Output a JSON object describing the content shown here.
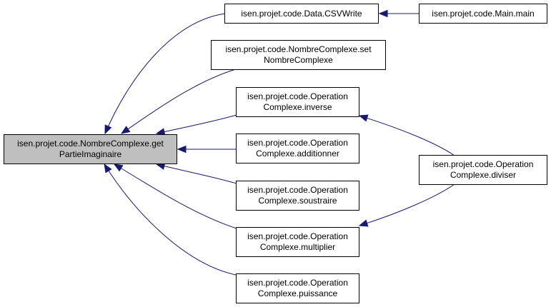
{
  "colors": {
    "edge": "#191970",
    "node_border": "#000000",
    "focus_fill": "#bfbfbf",
    "node_fill": "#ffffff"
  },
  "nodes": {
    "getPartieImaginaire": {
      "line1": "isen.projet.code.NombreComplexe.get",
      "line2": "PartieImaginaire"
    },
    "csvWrite": {
      "line1": "isen.projet.code.Data.CSVWrite"
    },
    "mainMain": {
      "line1": "isen.projet.code.Main.main"
    },
    "setNombreComplexe": {
      "line1": "isen.projet.code.NombreComplexe.set",
      "line2": "NombreComplexe"
    },
    "inverse": {
      "line1": "isen.projet.code.Operation",
      "line2": "Complexe.inverse"
    },
    "additionner": {
      "line1": "isen.projet.code.Operation",
      "line2": "Complexe.additionner"
    },
    "soustraire": {
      "line1": "isen.projet.code.Operation",
      "line2": "Complexe.soustraire"
    },
    "multiplier": {
      "line1": "isen.projet.code.Operation",
      "line2": "Complexe.multiplier"
    },
    "puissance": {
      "line1": "isen.projet.code.Operation",
      "line2": "Complexe.puissance"
    },
    "diviser": {
      "line1": "isen.projet.code.Operation",
      "line2": "Complexe.diviser"
    }
  },
  "edges": [
    {
      "from": "csvWrite",
      "to": "getPartieImaginaire"
    },
    {
      "from": "setNombreComplexe",
      "to": "getPartieImaginaire"
    },
    {
      "from": "inverse",
      "to": "getPartieImaginaire"
    },
    {
      "from": "additionner",
      "to": "getPartieImaginaire"
    },
    {
      "from": "soustraire",
      "to": "getPartieImaginaire"
    },
    {
      "from": "multiplier",
      "to": "getPartieImaginaire"
    },
    {
      "from": "puissance",
      "to": "getPartieImaginaire"
    },
    {
      "from": "mainMain",
      "to": "csvWrite"
    },
    {
      "from": "diviser",
      "to": "inverse"
    },
    {
      "from": "diviser",
      "to": "multiplier"
    }
  ]
}
